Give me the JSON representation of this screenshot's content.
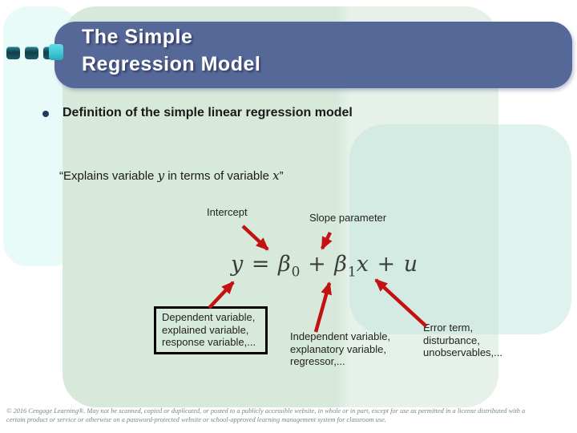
{
  "title": {
    "line1": "The Simple",
    "line2": "Regression Model"
  },
  "bullet": {
    "text": "Definition of the simple linear regression model"
  },
  "quote": {
    "open": "“",
    "p1": "Explains variable ",
    "var_y": "y",
    "p2": " in terms of variable ",
    "var_x": "x",
    "close": "”"
  },
  "callouts": {
    "intercept": "Intercept",
    "slope": "Slope parameter"
  },
  "equation": {
    "y": "y",
    "equals": " = ",
    "beta0": "β",
    "sub0": "0",
    "plus1": " + ",
    "beta1": "β",
    "sub1": "1",
    "x": "x",
    "plus2": " + ",
    "u": "u"
  },
  "terms": {
    "dependent": {
      "line1": "Dependent variable,",
      "line2": "explained variable,",
      "line3": "response variable,..."
    },
    "independent": {
      "line1": "Independent variable,",
      "line2": "explanatory variable,",
      "line3": "regressor,..."
    },
    "error": {
      "line1": "Error term,",
      "line2": "disturbance,",
      "line3": "unobservables,..."
    }
  },
  "footer": {
    "line1": "© 2016 Cengage Learning®. May not be scanned, copied or duplicated, or posted to a publicly accessible website, in whole or in part, except for use as permitted in a license distributed with a",
    "line2": "certain product or service or otherwise on a password-protected website or school-approved learning management system for classroom use."
  },
  "colors": {
    "title_bar": "#566897",
    "mint": "#d6e9db",
    "left_cyan": "#e9fbf8",
    "arrow_red": "#c41111",
    "teal_bright": "#3fc8d6",
    "body_text": "#1a1a1a",
    "equation_text": "#3c3c3c",
    "footer_text": "#708c80"
  }
}
